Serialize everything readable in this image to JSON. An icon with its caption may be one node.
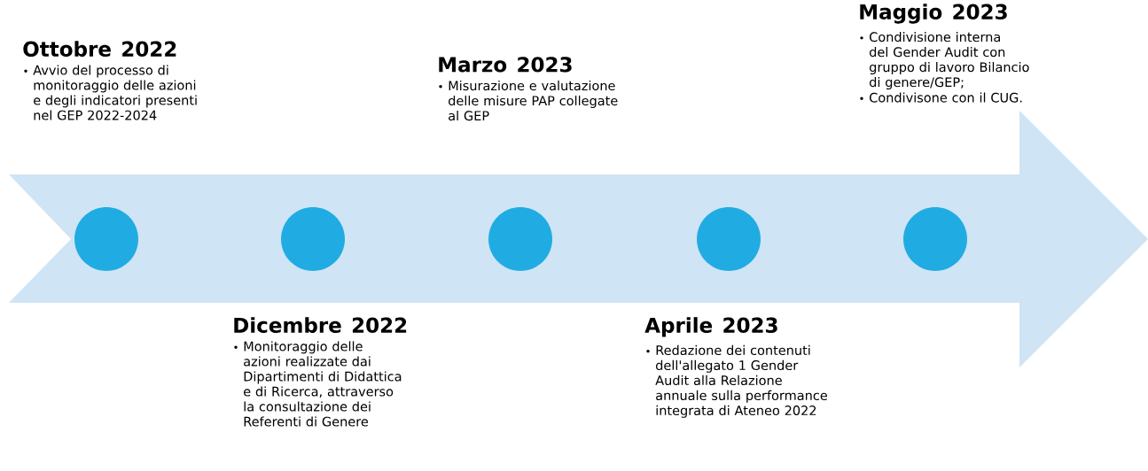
{
  "diagram": {
    "nodes": [
      {
        "text": [],
        "shape": "circle",
        "beside": [
          "Ottobre  2022",
          "Avvio del processo di monitoraggio delle azioni e degli indicatori presenti nel GEP 2022-2024"
        ]
      },
      {
        "text": [],
        "shape": "circle",
        "beside": [
          "Dicembre 2022",
          "Monitoraggio delle azioni realizzate dai Dipartimenti di Didattica e di Ricerca, attraverso la consultazione dei Referenti di Genere"
        ]
      },
      {
        "text": [],
        "shape": "circle",
        "beside": [
          "Marzo 2023",
          "Misurazione e valutazione delle misure PAP collegate al GEP"
        ]
      },
      {
        "text": [],
        "shape": "circle",
        "beside": [
          "Aprile 2023",
          "Redazione dei contenuti dell'allegato 1 Gender Audit alla Relazione annuale sulla performance integrata di Ateneo 2022"
        ]
      },
      {
        "text": [],
        "shape": "circle",
        "beside": [
          "Maggio 2023",
          "Condivisione interna del Gender Audit con gruppo di lavoro Bilancio di genere/GEP;",
          "Condivisone con il CUG."
        ]
      }
    ]
  }
}
